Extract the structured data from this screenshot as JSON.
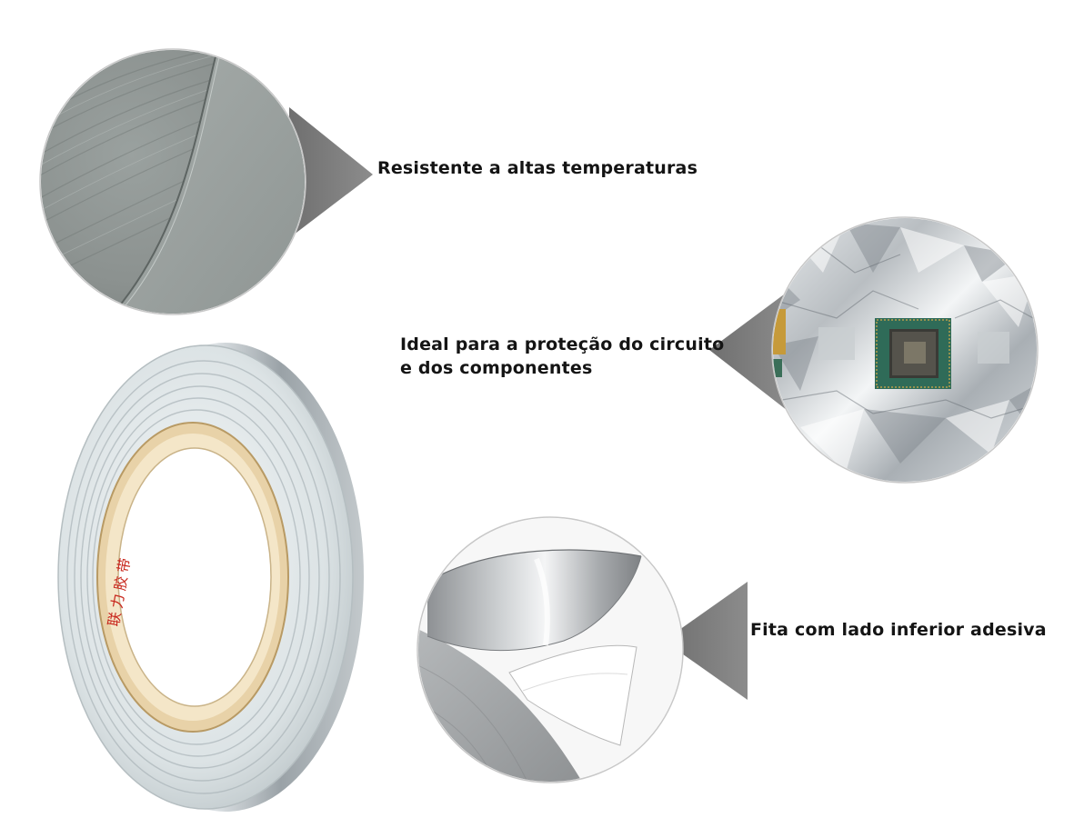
{
  "callouts": [
    {
      "text": "Resistente a altas temperaturas"
    },
    {
      "lines": [
        "Ideal para a proteção do circuito",
        "e dos componentes"
      ]
    },
    {
      "text": "Fita com lado inferior adesiva"
    }
  ],
  "roll_core_print": "联力胶带",
  "colors": {
    "background": "#ffffff",
    "caption_text": "#141414",
    "pointer_gray": "#7d7d7d",
    "foil_silver": "#c9ced2",
    "core_print_red": "#c8281e"
  }
}
